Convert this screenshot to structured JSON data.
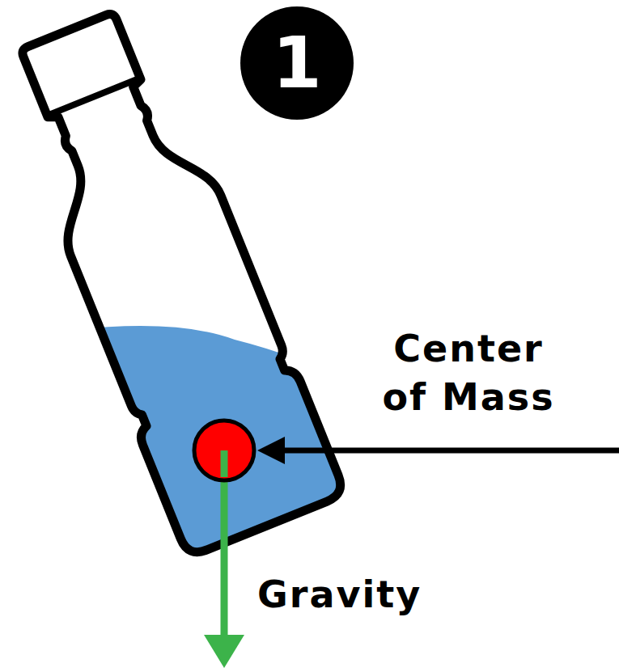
{
  "diagram": {
    "nodes": [
      {
        "text": [
          "1"
        ]
      }
    ],
    "labels": [
      "Center of Mass",
      "Gravity"
    ]
  }
}
